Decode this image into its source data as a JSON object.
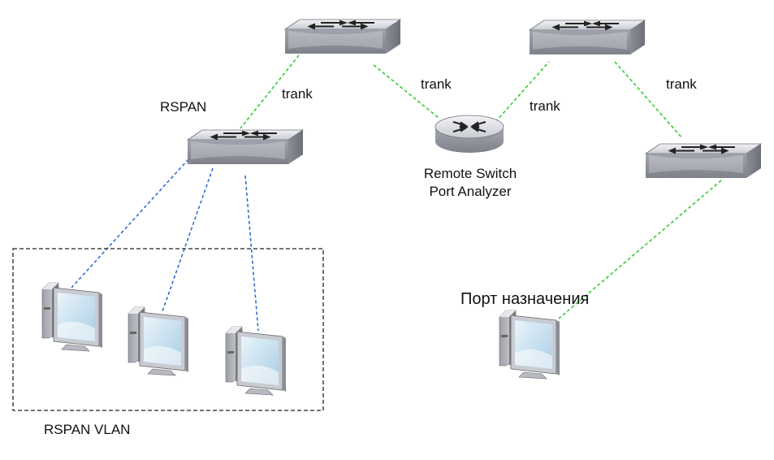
{
  "labels": {
    "rspan": "RSPAN",
    "rspan_vlan": "RSPAN VLAN",
    "trunk_1": "trank",
    "trunk_2": "trank",
    "trunk_3": "trank",
    "trunk_4": "trank",
    "analyzer_line1": "Remote Switch",
    "analyzer_line2": "Port Analyzer",
    "destination_port": "Порт назначения"
  },
  "colors": {
    "trunk_link": "#33cc33",
    "access_link": "#2f6fd0",
    "vlan_box": "#222222",
    "device_top": "#e4e5ea",
    "device_side": "#8d8f99",
    "monitor_screen": "#cfe4f2"
  },
  "icons": [
    "switch-icon",
    "router-icon",
    "workstation-icon"
  ]
}
